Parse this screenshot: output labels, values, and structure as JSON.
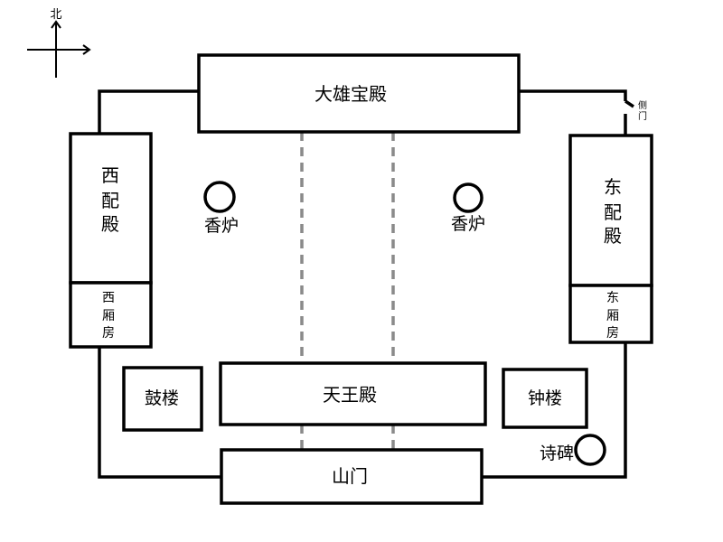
{
  "compass": {
    "north": "北"
  },
  "buildings": {
    "main_hall": "大雄宝殿",
    "west_hall": [
      "西",
      "配",
      "殿"
    ],
    "west_wing": [
      "西",
      "厢",
      "房"
    ],
    "east_hall": [
      "东",
      "配",
      "殿"
    ],
    "east_wing": [
      "东",
      "厢",
      "房"
    ],
    "side_gate": [
      "侧",
      "门"
    ],
    "drum_tower": "鼓楼",
    "heavenly_kings_hall": "天王殿",
    "bell_tower": "钟楼",
    "mountain_gate": "山门"
  },
  "features": {
    "incense_west": "香炉",
    "incense_east": "香炉",
    "stele": "诗碑"
  }
}
